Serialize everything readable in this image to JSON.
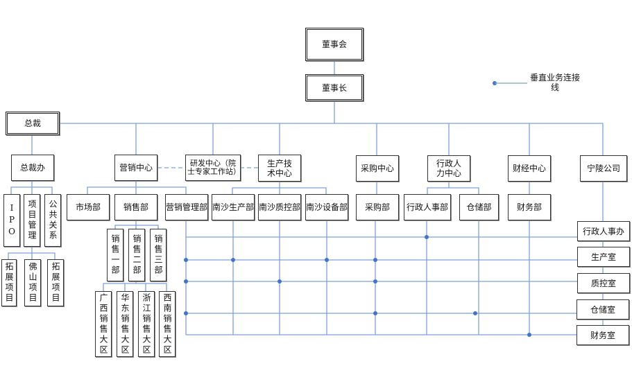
{
  "legend": {
    "label": "垂直业务连接线"
  },
  "colors": {
    "line": "#7ea0d8",
    "dot": "#4472c4",
    "border": "#333333"
  },
  "top": {
    "board": "董事会",
    "chairman": "董事长",
    "president": "总裁"
  },
  "president_office": {
    "label": "总裁办",
    "children": [
      "IPO",
      "项目管理",
      "公共关系"
    ],
    "projects": [
      "拓展项目",
      "佛山项目",
      "拓展项目"
    ]
  },
  "centers": {
    "marketing": {
      "label": "营销中心",
      "children": [
        "市场部",
        "销售部",
        "营销管理部"
      ],
      "sales_units": [
        "销售一部",
        "销售二部",
        "销售三部"
      ],
      "regions": [
        "广西销售大区",
        "华东销售大区",
        "浙江销售大区",
        "西南销售大区"
      ]
    },
    "rnd": {
      "label": "研发中心（院士专家工作站）"
    },
    "production": {
      "label": "生产技术中心",
      "children": [
        "南沙生产部",
        "南沙质控部",
        "南沙设备部"
      ]
    },
    "purchasing": {
      "label": "采购中心",
      "children": [
        "采购部"
      ]
    },
    "admin_hr": {
      "label": "行政人力中心",
      "children": [
        "行政人事部",
        "仓储部"
      ]
    },
    "finance": {
      "label": "财经中心",
      "children": [
        "财务部"
      ]
    },
    "ningling": {
      "label": "宁陵公司",
      "children": [
        "行政人事办",
        "生产室",
        "质控室",
        "仓储室",
        "财务室"
      ]
    }
  }
}
